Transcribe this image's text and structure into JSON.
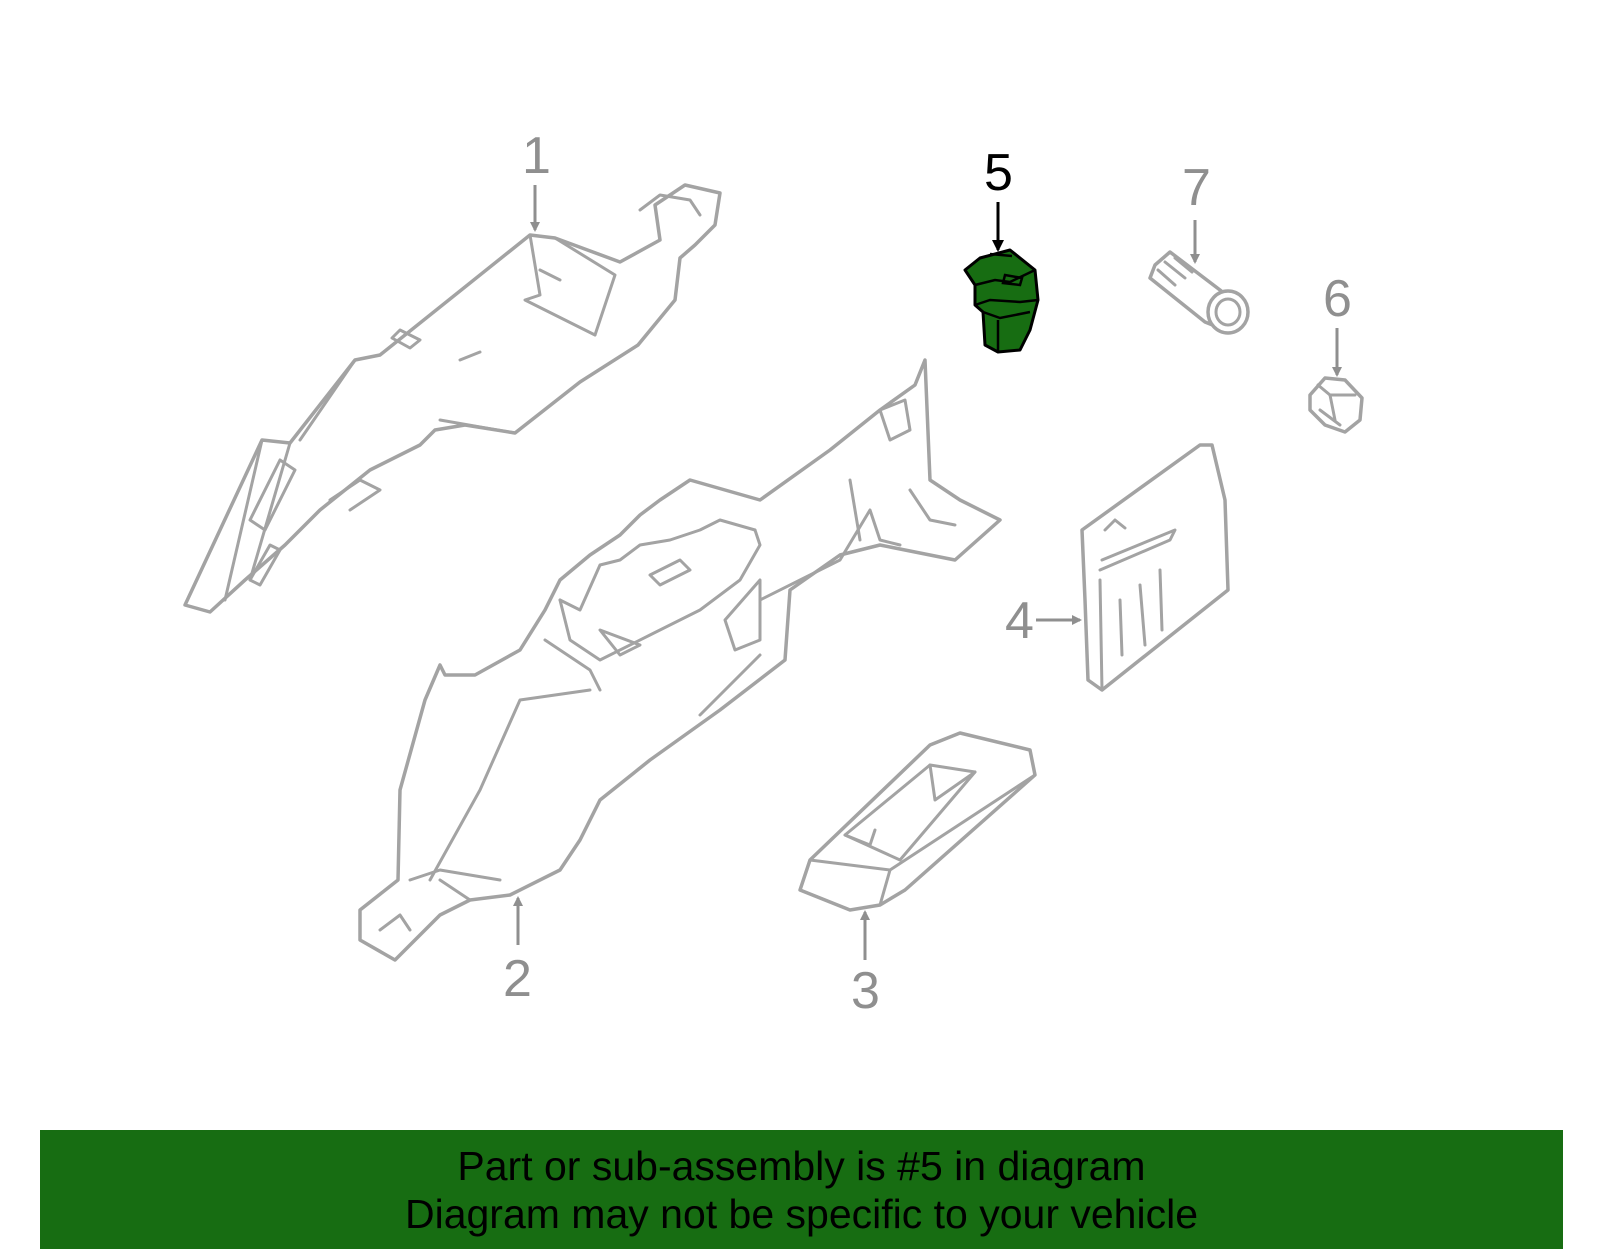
{
  "callouts": {
    "c1": "1",
    "c2": "2",
    "c3": "3",
    "c4": "4",
    "c5": "5",
    "c6": "6",
    "c7": "7"
  },
  "highlight": {
    "part_number": "5",
    "fill_color": "#176d12",
    "label_color": "#000000"
  },
  "line_color": "#a3a3a3",
  "banner": {
    "line1": "Part or sub-assembly is #5 in diagram",
    "line2": "Diagram may not be specific to your vehicle",
    "background_color": "#176d12"
  }
}
